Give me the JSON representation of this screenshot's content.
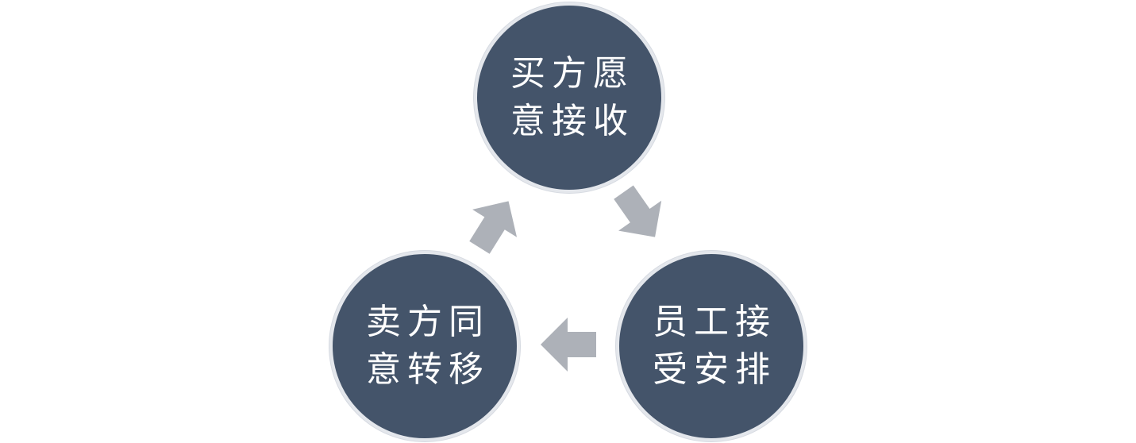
{
  "diagram": {
    "type": "cycle",
    "arrow_color": "#adb1b8",
    "node_color": "#44546a",
    "node_text_color": "#ffffff",
    "nodes": [
      {
        "id": "top",
        "lines": [
          "买方愿",
          "意接收"
        ]
      },
      {
        "id": "right",
        "lines": [
          "员工接",
          "受安排"
        ]
      },
      {
        "id": "left",
        "lines": [
          "卖方同",
          "意转移"
        ]
      }
    ],
    "edges": [
      {
        "from": "top",
        "to": "right"
      },
      {
        "from": "right",
        "to": "left"
      },
      {
        "from": "left",
        "to": "top"
      }
    ]
  }
}
